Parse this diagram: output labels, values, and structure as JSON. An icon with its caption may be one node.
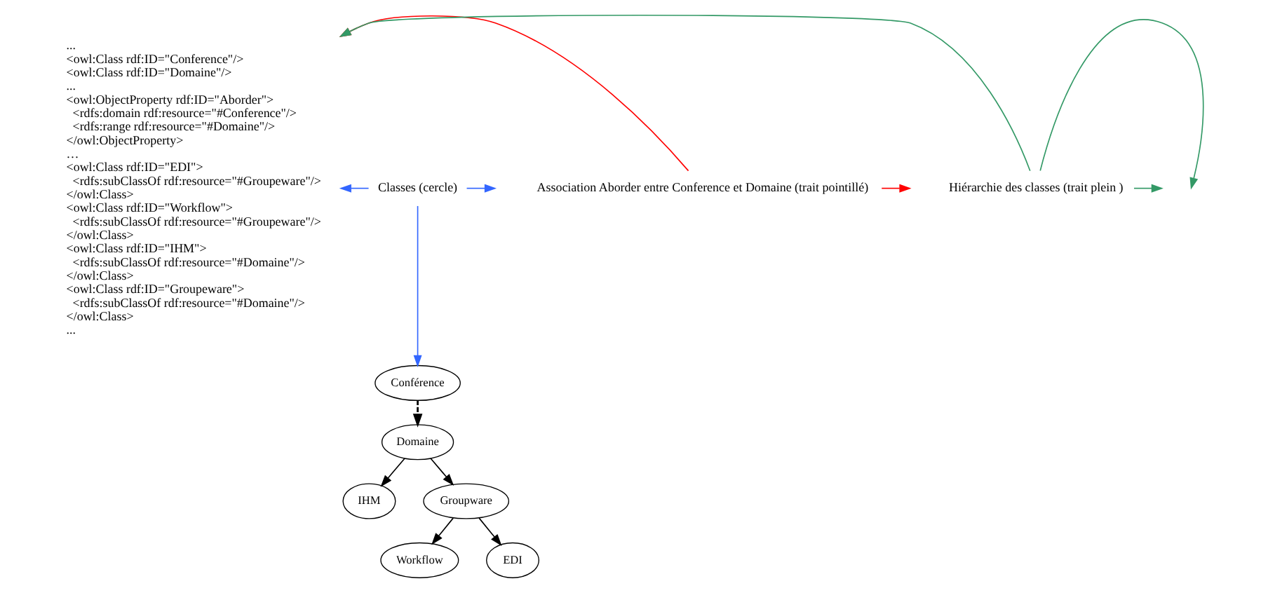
{
  "diagram": {
    "nodes": [
      {
        "text": [
          "...",
          "<owl:Class rdf:ID=\"Conference\"/>",
          "<owl:Class rdf:ID=\"Domaine\"/>",
          "...",
          "<owl:ObjectProperty rdf:ID=\"Aborder\">",
          "   <rdfs:domain rdf:resource=\"#Conference\"/>",
          "   <rdfs:range rdf:resource=\"#Domaine\"/>",
          "</owl:ObjectProperty>",
          "…",
          "<owl:Class rdf:ID=\"EDI\">",
          "   <rdfs:subClassOf rdf:resource=\"#Groupeware\"/>",
          "</owl:Class>",
          "<owl:Class rdf:ID=\"Workflow\">",
          "   <rdfs:subClassOf rdf:resource=\"#Groupeware\"/>",
          "</owl:Class>",
          "<owl:Class rdf:ID=\"IHM\">",
          "   <rdfs:subClassOf rdf:resource=\"#Domaine\"/>",
          "</owl:Class>",
          "<owl:Class rdf:ID=\"Groupeware\">",
          "   <rdfs:subClassOf rdf:resource=\"#Domaine\"/>",
          "</owl:Class>",
          "..."
        ]
      },
      {
        "text": [
          "Classes (cercle)"
        ]
      },
      {
        "text": [
          "Conférence"
        ]
      },
      {
        "text": [
          "Domaine"
        ]
      },
      {
        "text": [
          "Association Aborder entre Conference et Domaine (trait pointillé)"
        ]
      },
      {
        "text": [
          "IHM"
        ]
      },
      {
        "text": [
          "Groupware"
        ]
      },
      {
        "text": [
          "Hiérarchie des classes (trait plein )"
        ]
      },
      {
        "text": [
          "Workflow"
        ]
      },
      {
        "text": [
          "EDI"
        ]
      }
    ],
    "edges": [
      {
        "from": 1,
        "to": 0,
        "arrow": "to",
        "color": "#3366ff"
      },
      {
        "from": 1,
        "to": 2,
        "arrow": "to",
        "color": "#3366ff"
      },
      {
        "from": 1,
        "to": null,
        "arrow": "to",
        "color": "#3366ff"
      },
      {
        "from": 2,
        "to": 3,
        "arrow": "to",
        "style": "dashed"
      },
      {
        "from": 4,
        "to": 0,
        "arrow": "to",
        "color": "#ff0000"
      },
      {
        "from": 4,
        "to": null,
        "arrow": "to",
        "color": "#ff0000"
      },
      {
        "from": 3,
        "to": 5,
        "arrow": "to"
      },
      {
        "from": 3,
        "to": 6,
        "arrow": "to"
      },
      {
        "from": 7,
        "to": 0,
        "arrow": "to",
        "color": "#339966"
      },
      {
        "from": 7,
        "to": null,
        "arrow": "to",
        "color": "#339966"
      },
      {
        "from": 7,
        "to": null,
        "arrow": "to",
        "color": "#339966"
      },
      {
        "from": 6,
        "to": 8,
        "arrow": "to"
      },
      {
        "from": 6,
        "to": 9,
        "arrow": "to"
      }
    ]
  }
}
